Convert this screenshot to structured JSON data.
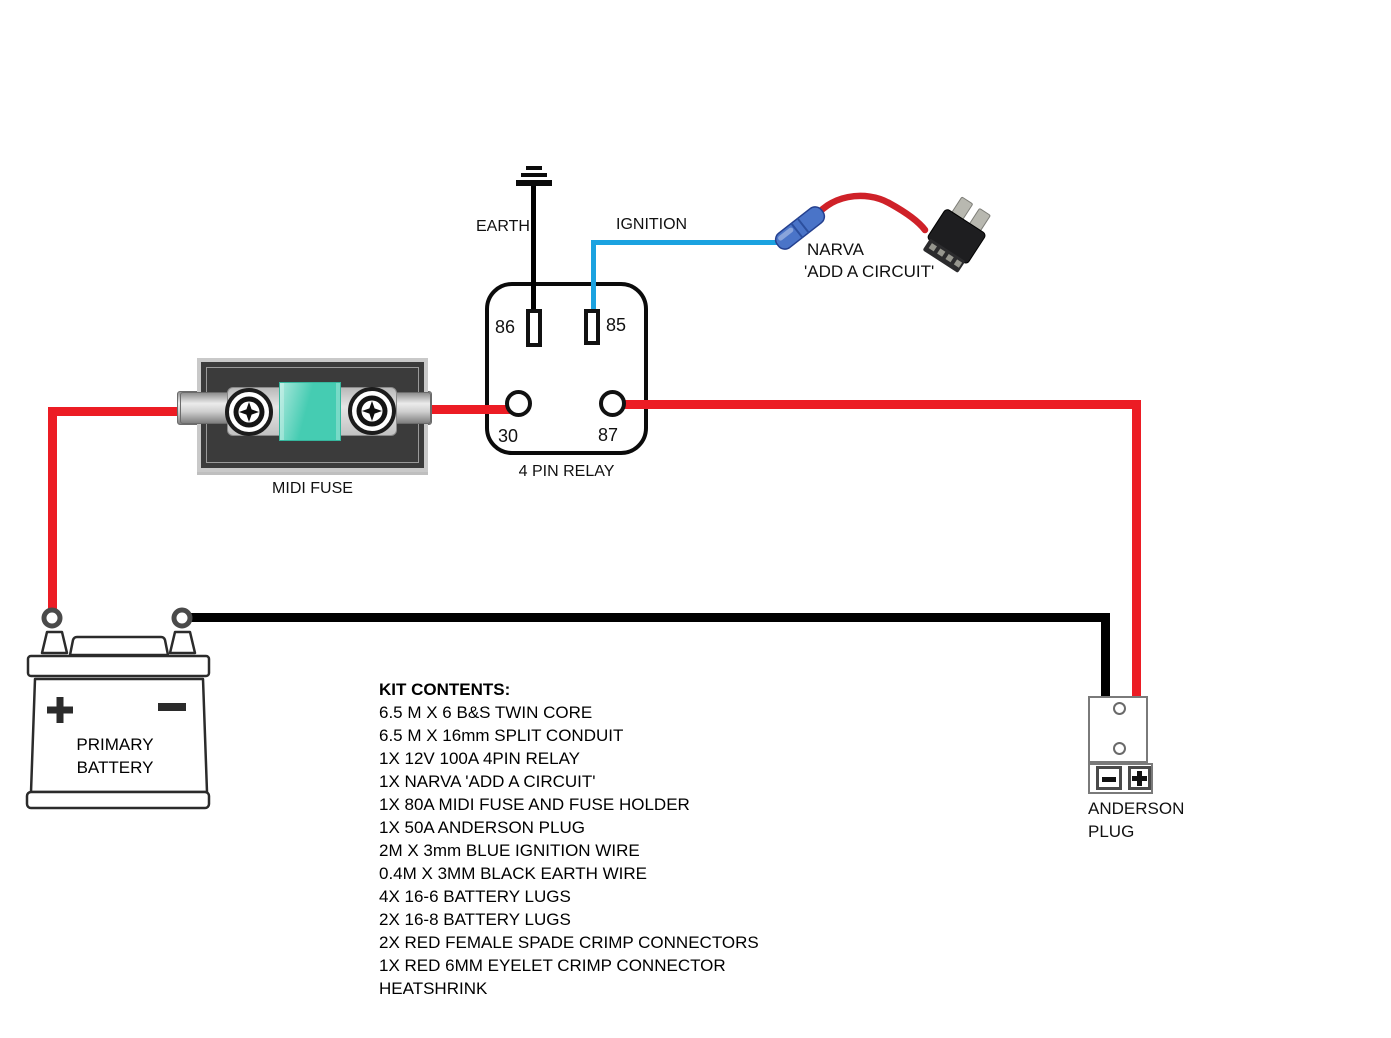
{
  "diagram": {
    "earth_label": "EARTH",
    "ignition_label": "IGNITION",
    "narva_label_line1": "NARVA",
    "narva_label_line2": "'ADD A CIRCUIT'",
    "relay": {
      "label": "4 PIN RELAY",
      "pin_top_left": "86",
      "pin_top_right": "85",
      "pin_bottom_left": "30",
      "pin_bottom_right": "87"
    },
    "midi_fuse_label": "MIDI FUSE",
    "battery": {
      "line1": "PRIMARY",
      "line2": "BATTERY",
      "plus_symbol": "+",
      "minus_symbol": "−"
    },
    "anderson_plug": {
      "label_line1": "ANDERSON",
      "label_line2": "PLUG",
      "minus_symbol": "−",
      "plus_symbol": "+"
    }
  },
  "kit_contents": {
    "heading": "KIT CONTENTS:",
    "items": [
      "6.5 M X 6 B&S TWIN CORE",
      "6.5 M X 16mm SPLIT CONDUIT",
      "1X 12V 100A 4PIN RELAY",
      "1X NARVA 'ADD A CIRCUIT'",
      "1X 80A MIDI FUSE AND FUSE HOLDER",
      "1X 50A ANDERSON PLUG",
      "2M X 3mm BLUE IGNITION WIRE",
      "0.4M X 3MM BLACK EARTH WIRE",
      "4X 16-6 BATTERY LUGS",
      "2X 16-8 BATTERY LUGS",
      "2X RED FEMALE SPADE CRIMP CONNECTORS",
      "1X RED 6MM EYELET CRIMP CONNECTOR",
      "HEATSHRINK"
    ]
  },
  "colors": {
    "wire_red": "#EC1C24",
    "wire_blue": "#1BA2E0",
    "wire_black": "#000000",
    "fuse_element_teal": "#45CCB2",
    "fuse_holder_body": "#3B3B3B"
  }
}
